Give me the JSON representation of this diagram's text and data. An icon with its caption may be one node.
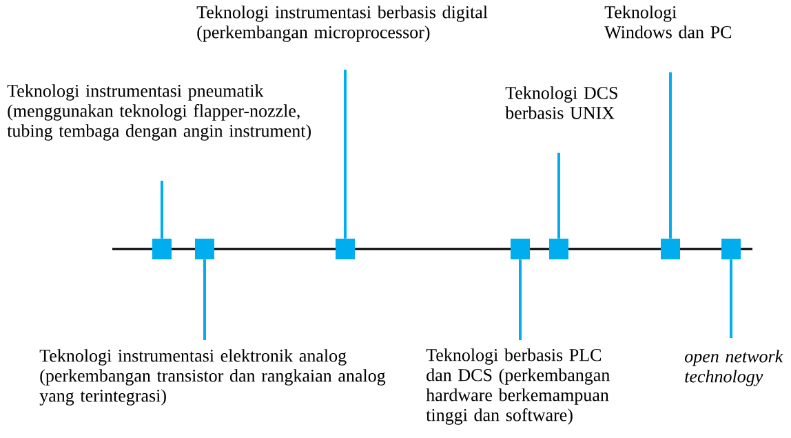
{
  "diagram": {
    "nodes": [
      {
        "text": [
          "Teknologi instrumentasi berbasis digital (perkembangan microprocessor)"
        ]
      },
      {
        "text": [
          "Teknologi Windows dan PC"
        ]
      },
      {
        "text": [
          "Teknologi instrumentasi pneumatik (menggunakan teknologi flapper-nozzle, tubing tembaga dengan angin instrument)"
        ]
      },
      {
        "text": [
          "Teknologi DCS berbasis UNIX"
        ]
      },
      {
        "text": [
          "Teknologi instrumentasi elektronik analog (perkembangan transistor dan rangkaian analog yang terintegrasi)"
        ]
      },
      {
        "text": [
          "Teknologi berbasis PLC dan DCS (perkembangan hardware berkemampuan tinggi dan software)"
        ]
      },
      {
        "text": [
          "open network technology"
        ]
      },
      {
        "text": [],
        "shape": "box"
      },
      {
        "text": [],
        "shape": "box"
      },
      {
        "text": [],
        "shape": "box"
      },
      {
        "text": [],
        "shape": "box"
      },
      {
        "text": [],
        "shape": "box"
      },
      {
        "text": [],
        "shape": "box"
      },
      {
        "text": [],
        "shape": "box"
      }
    ],
    "edges": [
      {
        "from": 2,
        "to": 7,
        "arrow": "none"
      },
      {
        "from": 4,
        "to": 8,
        "arrow": "none"
      },
      {
        "from": 0,
        "to": 9,
        "arrow": "none"
      },
      {
        "from": 5,
        "to": 10,
        "arrow": "none"
      },
      {
        "from": 3,
        "to": 11,
        "arrow": "none"
      },
      {
        "from": 1,
        "to": 12,
        "arrow": "none"
      },
      {
        "from": 6,
        "to": 13,
        "arrow": "none"
      }
    ]
  }
}
